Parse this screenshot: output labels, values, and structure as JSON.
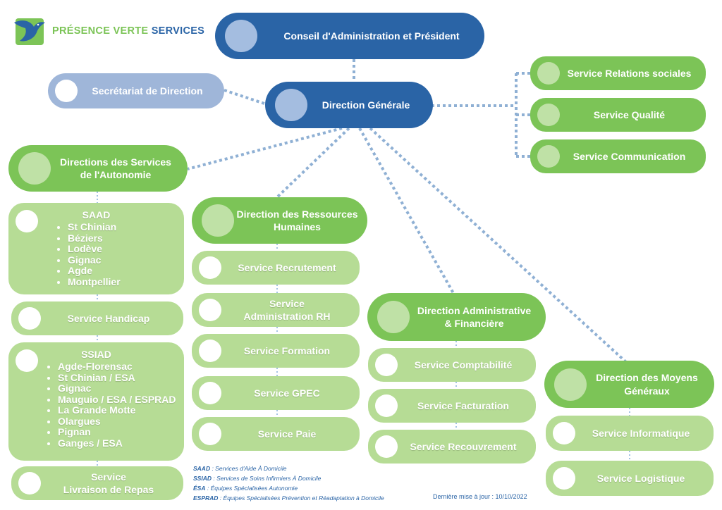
{
  "brand": {
    "part1": "PRÉSENCE VERTE",
    "part2": "SERVICES"
  },
  "conseil": "Conseil d'Administration et Président",
  "secretariat": "Secrétariat de Direction",
  "direction_generale": "Direction Générale",
  "services_right": [
    "Service Relations sociales",
    "Service Qualité",
    "Service Communication"
  ],
  "autonomie": {
    "title_line1": "Directions des Services",
    "title_line2": "de l'Autonomie",
    "saad": {
      "title": "SAAD",
      "items": [
        "St Chinian",
        "Béziers",
        "Lodève",
        "Gignac",
        "Agde",
        "Montpellier"
      ]
    },
    "handicap": "Service Handicap",
    "ssiad": {
      "title": "SSIAD",
      "items": [
        "Agde-Florensac",
        "St Chinian / ESA",
        "Gignac",
        "Mauguio / ESA / ESPRAD",
        "La Grande Motte",
        "Olargues",
        "Pignan",
        "Ganges / ESA"
      ]
    },
    "livraison_line1": "Service",
    "livraison_line2": "Livraison de Repas"
  },
  "rh": {
    "title_line1": "Direction des Ressources",
    "title_line2": "Humaines",
    "recrutement": "Service Recrutement",
    "admin_line1": "Service",
    "admin_line2": "Administration RH",
    "formation": "Service Formation",
    "gpec": "Service GPEC",
    "paie": "Service Paie"
  },
  "daf": {
    "title_line1": "Direction Administrative",
    "title_line2": "& Financière",
    "comptabilite": "Service Comptabilité",
    "facturation": "Service Facturation",
    "recouvrement": "Service Recouvrement"
  },
  "dmg": {
    "title_line1": "Direction des Moyens",
    "title_line2": "Généraux",
    "informatique": "Service Informatique",
    "logistique": "Service Logistique"
  },
  "legend": [
    {
      "key": "SAAD",
      "text": " : Services d'Aide À Domicile"
    },
    {
      "key": "SSIAD",
      "text": " : Services de Soins Infirmiers À Domicile"
    },
    {
      "key": "ÉSA",
      "text": " : Équipes Spécialisées Autonomie"
    },
    {
      "key": "ESPRAD",
      "text": " : Équipes Spécialisées Prévention et Réadaptation à Domicile"
    }
  ],
  "updated": "Dernière mise à jour : 10/10/2022",
  "colors": {
    "dark_blue": "#2a64a6",
    "light_blue": "#9fb6d9",
    "green": "#7cc457",
    "light_green": "#b6dc95",
    "connector": "#8fb0d4"
  }
}
